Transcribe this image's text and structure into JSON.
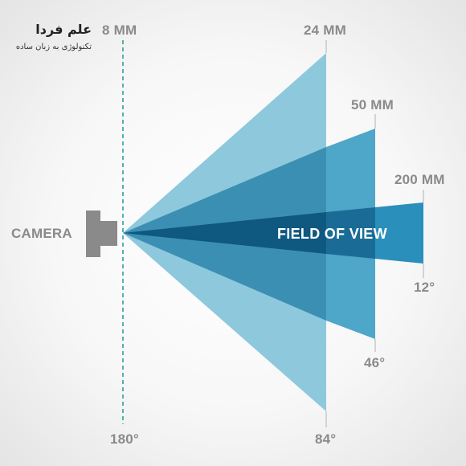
{
  "brand": {
    "name": "علم فردا",
    "tagline": "تکنولوژی به زبان ساده"
  },
  "camera_label": "CAMERA",
  "fov_label": "FIELD OF VIEW",
  "lenses": [
    {
      "focal": "8 MM",
      "angle": "180°",
      "angle_deg": 180
    },
    {
      "focal": "24 MM",
      "angle": "84°",
      "angle_deg": 84,
      "color": "#8ec8dc"
    },
    {
      "focal": "50 MM",
      "angle": "46°",
      "angle_deg": 46,
      "color": "#4ea6c9"
    },
    {
      "focal": "200 MM",
      "angle": "12°",
      "angle_deg": 12,
      "color": "#2a8fbb"
    }
  ],
  "colors": {
    "overlap_24_50": "#3b8fb3",
    "overlap_24_50_200": "#0f5880",
    "overlap_24_200": "#1a6c97",
    "camera_body": "#8a8a8a",
    "dashed_line": "#2e9f9a",
    "label_gray": "#8a8a8a"
  }
}
